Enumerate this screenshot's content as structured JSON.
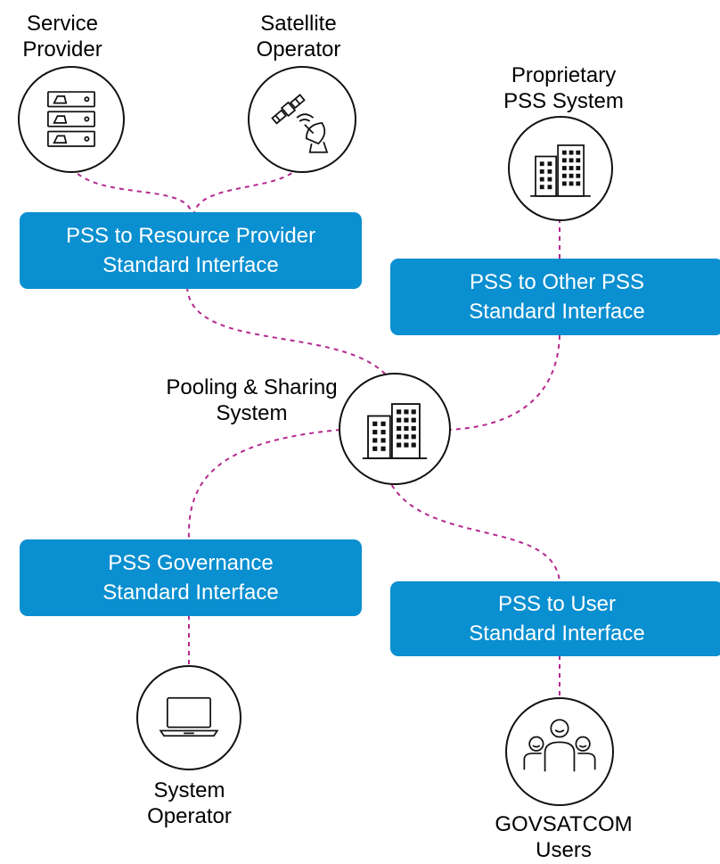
{
  "nodes": {
    "service_provider": "Service\nProvider",
    "satellite_operator": "Satellite\nOperator",
    "proprietary_pss": "Proprietary\nPSS System",
    "pooling_sharing": "Pooling & Sharing\nSystem",
    "system_operator": "System\nOperator",
    "govsatcom_users": "GOVSATCOM\nUsers"
  },
  "interfaces": {
    "resource_provider": {
      "line1": "PSS to Resource Provider",
      "line2": "Standard Interface"
    },
    "other_pss": {
      "line1": "PSS to Other PSS",
      "line2": "Standard Interface"
    },
    "governance": {
      "line1": "PSS Governance",
      "line2": "Standard Interface"
    },
    "user": {
      "line1": "PSS to User",
      "line2": "Standard Interface"
    }
  },
  "icons": {
    "service_provider": "server-rack-icon",
    "satellite_operator": "satellite-dish-icon",
    "proprietary_pss": "office-buildings-icon",
    "pooling_sharing": "office-buildings-icon",
    "system_operator": "laptop-icon",
    "govsatcom_users": "user-group-icon"
  },
  "colors": {
    "interface_fill": "#0a8fd0",
    "interface_text": "#ffffff",
    "connector": "#b5288e",
    "icon_stroke": "#111111"
  }
}
